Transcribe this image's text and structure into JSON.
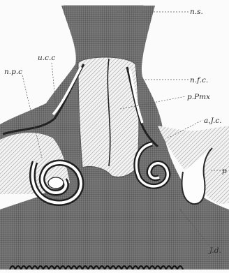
{
  "figure": {
    "labels": {
      "ns": "n.s.",
      "ucc": "u.c.c",
      "npc": "n.p.c",
      "nfc": "n.f.c.",
      "ppmx": "p.Pmx",
      "ajc": "a.J.c.",
      "p": "p",
      "jd": "J.d."
    }
  }
}
